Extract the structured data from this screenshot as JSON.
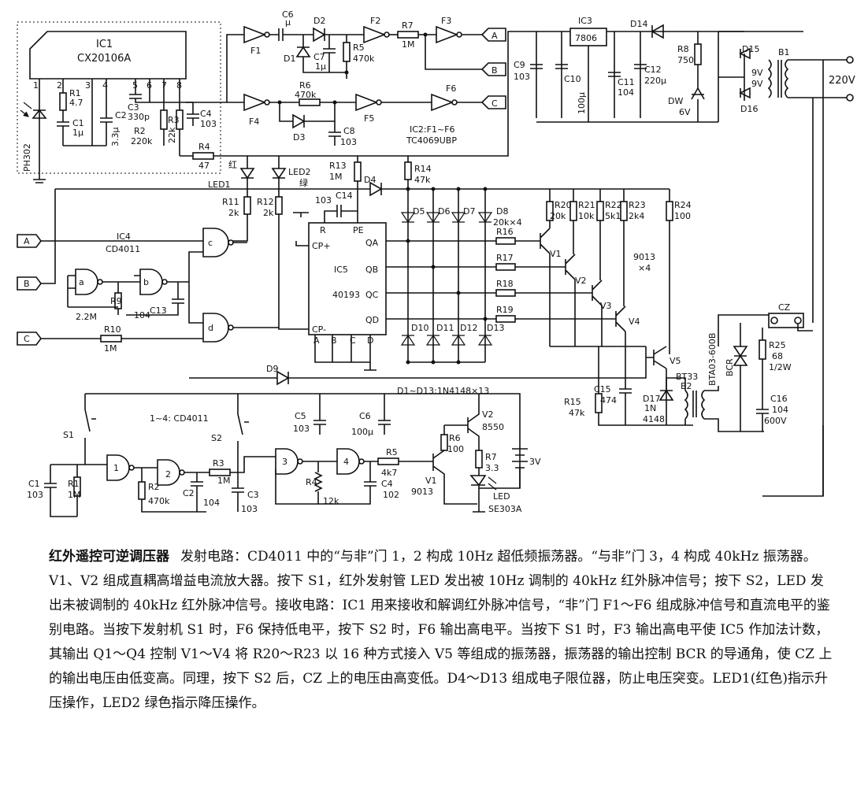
{
  "ic_labels": {
    "ic1": "IC1",
    "ic1_part": "CX20106A",
    "ic3": "IC3",
    "ic3_part": "7806",
    "ic4": "IC4",
    "ic4_part": "CD4011",
    "ic5": "IC5",
    "ic5_part": "40193",
    "ic2": "IC2:F1~F6",
    "ic2_part": "TC4069UBP",
    "tx_ic": "1~4: CD4011",
    "ph302": "PH302",
    "se303": "SE303A"
  },
  "ic1_pins": [
    "1",
    "2",
    "3",
    "4",
    "5",
    "6",
    "7",
    "8"
  ],
  "ic5_pins": {
    "r": "R",
    "pe": "PE",
    "cp_up": "CP+",
    "cp_dn": "CP-",
    "qa": "QA",
    "qb": "QB",
    "qc": "QC",
    "qd": "QD",
    "a": "A",
    "b": "B",
    "c": "C",
    "d": "D"
  },
  "gates": {
    "f1": "F1",
    "f2": "F2",
    "f3": "F3",
    "f4": "F4",
    "f5": "F5",
    "f6": "F6",
    "a": "a",
    "b": "b",
    "c": "c",
    "d": "d",
    "g1": "1",
    "g2": "2",
    "g3": "3",
    "g4": "4"
  },
  "terminals": {
    "a": "A",
    "b": "B",
    "c": "C"
  },
  "components": {
    "r1": "R1",
    "r1v": "4.7",
    "c1": "C1",
    "c1v": "1μ",
    "c2": "C2",
    "c2v": "3.3μ",
    "c3": "C3",
    "c3v": "330p",
    "r2": "R2",
    "r2v": "220k",
    "r3": "R3",
    "r3v": "22k",
    "c4": "C4",
    "c4v": "103",
    "r4": "R4",
    "r4v": "47",
    "c6": "C6",
    "c6v": "μ",
    "d2": "D2",
    "d1": "D1",
    "c7": "C7",
    "c7v": "1μ",
    "r5": "R5",
    "r5v": "470k",
    "r7": "R7",
    "r7v": "1M",
    "r6": "R6",
    "r6v": "470k",
    "d3": "D3",
    "c8": "C8",
    "c8v": "103",
    "c9": "C9",
    "c9v": "103",
    "c10": "C10",
    "c10v": "100μ",
    "c11": "C11",
    "c11v": "104",
    "c12": "C12",
    "c12v": "220μ",
    "d14": "D14",
    "r8": "R8",
    "r8v": "750",
    "d15": "D15",
    "d16": "D16",
    "dw": "DW",
    "dwv": "6V",
    "b1": "B1",
    "v9a": "9V",
    "v9b": "9V",
    "v220": "220V",
    "led1": "LED1",
    "led2": "LED2",
    "red": "红",
    "green": "绿",
    "r13": "R13",
    "r13v": "1M",
    "d4": "D4",
    "r14": "R14",
    "r14v": "47k",
    "r11": "R11",
    "r11v": "2k",
    "r12": "R12",
    "r12v": "2k",
    "c14": "C14",
    "c14v": "103",
    "d5": "D5",
    "d6": "D6",
    "d7": "D7",
    "d8": "D8",
    "d8v": "20k×4",
    "r20": "R20",
    "r20v": "20k",
    "r21": "R21",
    "r21v": "10k",
    "r22": "R22",
    "r22v": "5k1",
    "r23": "R23",
    "r23v": "2k4",
    "r24": "R24",
    "r24v": "100",
    "r16": "R16",
    "r17": "R17",
    "r18": "R18",
    "r19": "R19",
    "v1": "V1",
    "v2": "V2",
    "v3": "V3",
    "v4": "V4",
    "t9013": "9013",
    "x4": "×4",
    "r9": "R9",
    "r9v": "2.2M",
    "c13": "C13",
    "c13v": "104",
    "r10": "R10",
    "r10v": "1M",
    "d9": "D9",
    "d10": "D10",
    "d11": "D11",
    "d12": "D12",
    "d13": "D13",
    "dnote": "D1~D13:1N4148×13",
    "r15": "R15",
    "r15v": "47k",
    "c15": "C15",
    "c15v": "474",
    "d17": "D17",
    "d17v": "1N",
    "d17v2": "4148",
    "v5": "V5",
    "bt33": "BT33",
    "b2": "B2",
    "bta": "BTA03-600B",
    "bcr": "BCR",
    "cz": "CZ",
    "r25": "R25",
    "r25v": "68",
    "r25w": "1/2W",
    "c16": "C16",
    "c16v": "104",
    "c16w": "600V",
    "s1": "S1",
    "s2": "S2",
    "tc1": "C1",
    "tc1v": "103",
    "tr1": "R1",
    "tr1v": "1M",
    "tr2": "R2",
    "tr2v": "470k",
    "tc2": "C2",
    "tc2v": "104",
    "tr3": "R3",
    "tr3v": "1M",
    "tc3": "C3",
    "tc3v": "103",
    "tc5": "C5",
    "tc5v": "103",
    "tc6": "C6",
    "tc6v": "100μ",
    "tr4": "R4",
    "tr4v": "12k",
    "tr5": "R5",
    "tr5v": "4k7",
    "tc4": "C4",
    "tc4v": "102",
    "tv1": "V1",
    "tv1p": "9013",
    "tv2": "V2",
    "tv2p": "8550",
    "tr6": "R6",
    "tr6v": "100",
    "tr7": "R7",
    "tr7v": "3.3",
    "tled": "LED",
    "bat": "3V"
  },
  "caption": {
    "title": "红外遥控可逆调压器",
    "text": "发射电路：CD4011 中的“与非”门 1，2 构成 10Hz 超低频振荡器。“与非”门 3，4 构成 40kHz 振荡器。V1、V2 组成直耦高增益电流放大器。按下 S1，红外发射管 LED 发出被 10Hz 调制的 40kHz 红外脉冲信号；按下 S2，LED 发出未被调制的 40kHz 红外脉冲信号。接收电路：IC1 用来接收和解调红外脉冲信号，“非”门 F1～F6 组成脉冲信号和直流电平的鉴别电路。当按下发射机 S1 时，F6 保持低电平，按下 S2 时，F6 输出高电平。当按下 S1 时，F3 输出高电平使 IC5 作加法计数，其输出 Q1～Q4 控制 V1～V4 将 R20～R23 以 16 种方式接入 V5 等组成的振荡器，振荡器的输出控制 BCR 的导通角，使 CZ 上的输出电压由低变高。同理，按下 S2 后，CZ 上的电压由高变低。D4～D13 组成电子限位器，防止电压突变。LED1(红色)指示升压操作，LED2 绿色指示降压操作。"
  }
}
